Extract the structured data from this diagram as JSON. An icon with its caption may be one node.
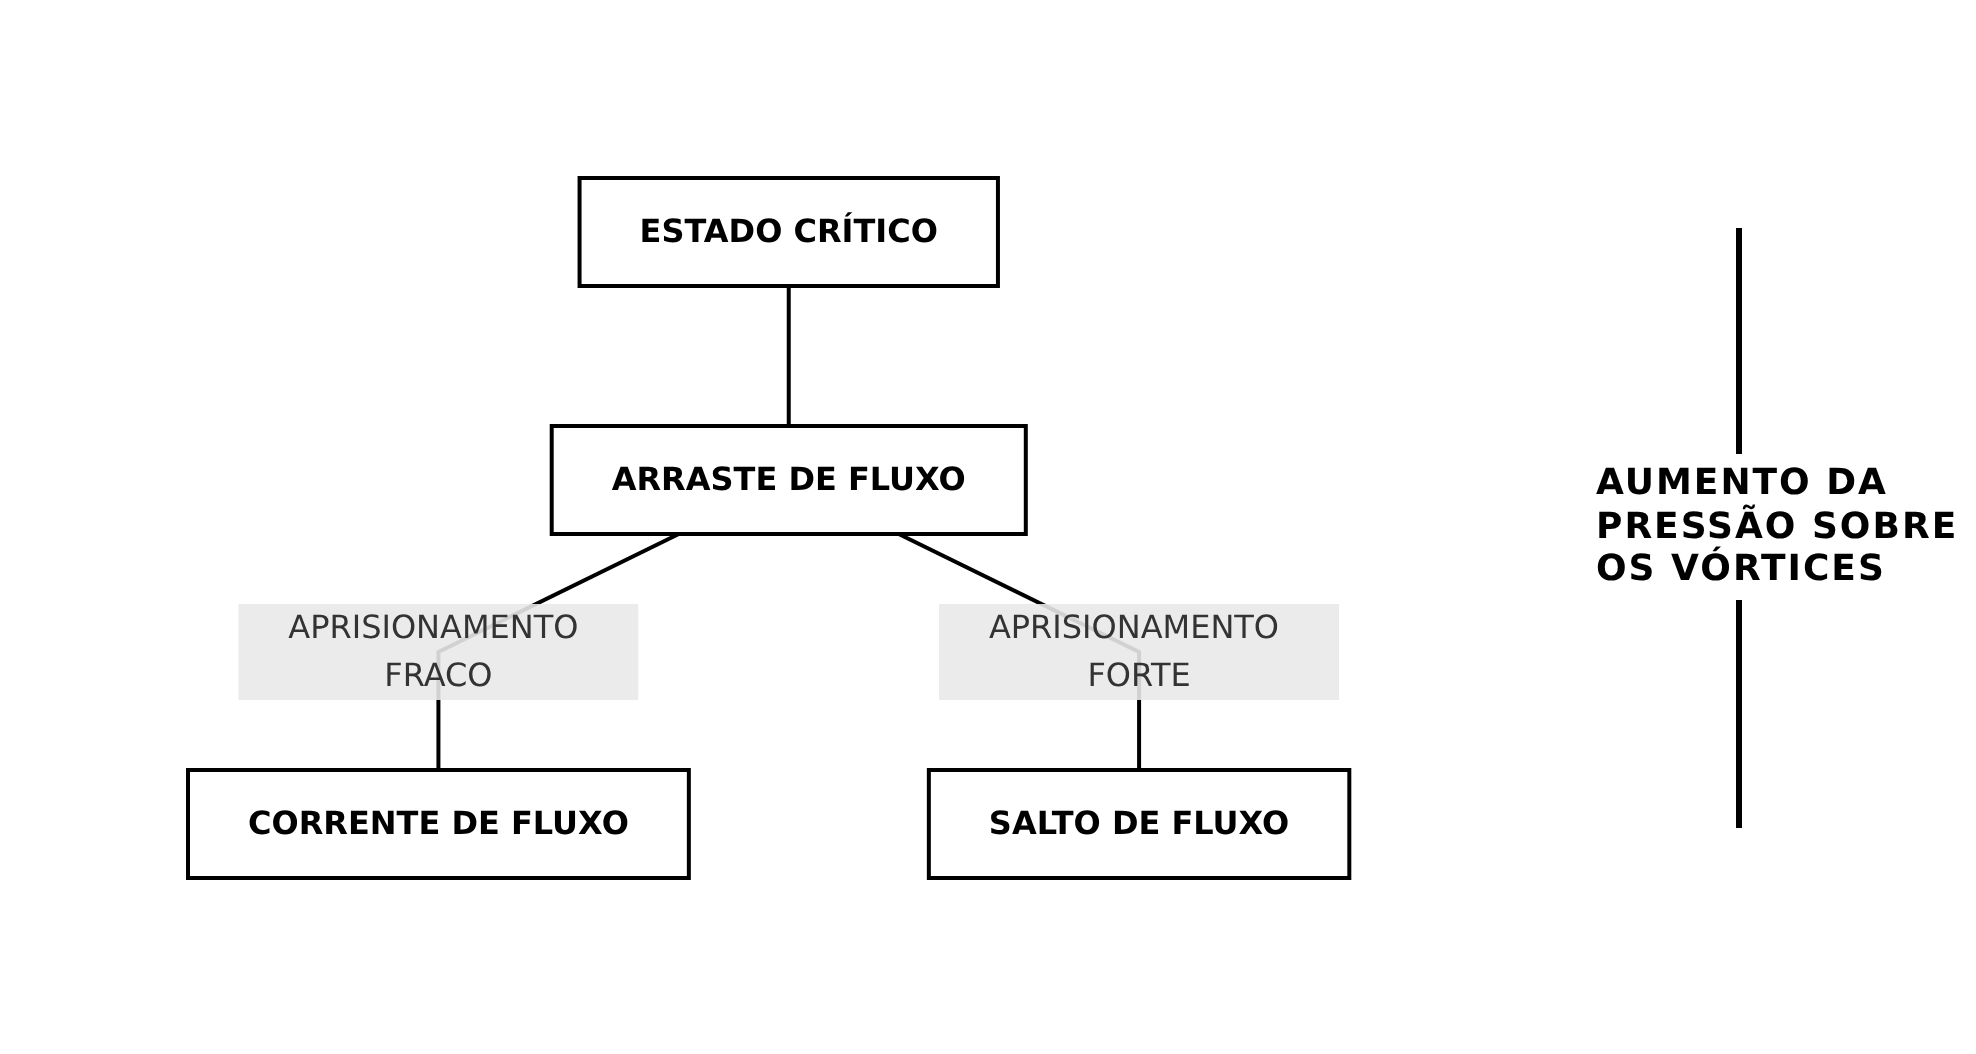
{
  "diagram": {
    "nodes": [
      {
        "text": [
          "ESTADO CRÍTICO"
        ]
      },
      {
        "text": [
          "ARRASTE DE FLUXO"
        ]
      },
      {
        "text": [
          "CORRENTE DE FLUXO"
        ]
      },
      {
        "text": [
          "SALTO DE FLUXO"
        ]
      }
    ],
    "edges": [
      {
        "from": 0,
        "to": 1,
        "arrow": "none"
      },
      {
        "from": 1,
        "to": 2,
        "arrow": "none",
        "label": "APRISIONAMENTO FRACO"
      },
      {
        "from": 1,
        "to": 3,
        "arrow": "none",
        "label": "APRISIONAMENTO FORTE"
      }
    ],
    "labels": [
      "AUMENTO DA PRESSÃO SOBRE OS VÓRTICES"
    ]
  }
}
